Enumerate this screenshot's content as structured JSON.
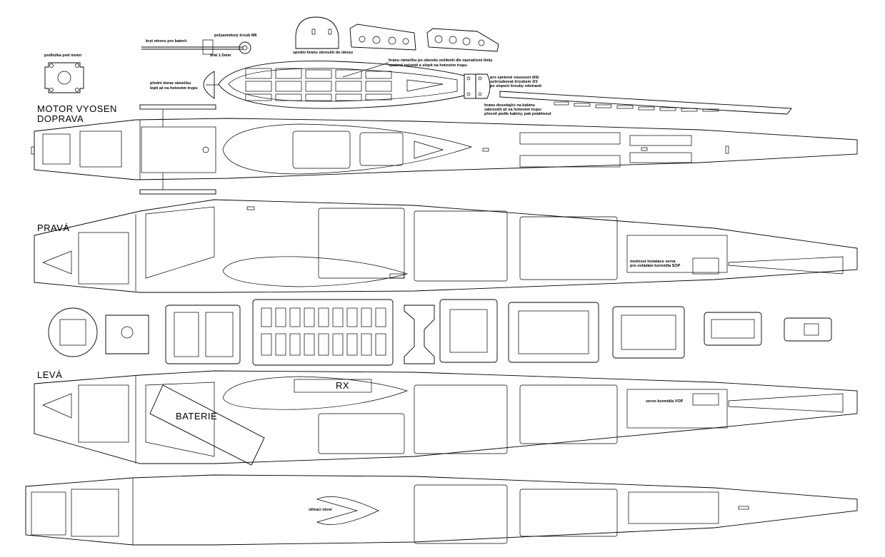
{
  "labels": {
    "motor_offset": [
      "MOTOR VYOSEN",
      "DOPRAVA"
    ],
    "right_side": "PRAVÁ",
    "left_side": "LEVÁ",
    "battery": "BATERIE",
    "receiver": "RX",
    "motor_pad": "podložka pod motor",
    "battery_hole": "kryt otvoru pro baterii",
    "polyamide_screw": "polyamidový šroub M6",
    "wire": "drát 1.5mm",
    "bottom_edge": "spodní hranu sbroušit do úkosu",
    "front_stop": [
      "přední doraz rámečku",
      "lepit až na hotovém trupu"
    ],
    "frame_edge": [
      "hranu rámečku po obvodu zešikmit dle naznačené linky",
      "opatrně nalomit a slepit na hotovém trupu"
    ],
    "alignment": [
      "pro správné souosení dílů",
      "sešroubovat šroubem 3/3",
      "po slepení šrouby odstranit"
    ],
    "cap_edge": [
      "hranu dosedající na kabinu",
      "zabroušit až na hotovém trupu",
      "přesně podle kabiny, pak potáhnout"
    ],
    "rudder_servo": [
      "možnost instalace serva",
      "pro ovládání kormidla SOP"
    ],
    "elevator_servo": "servo kormidla VOP",
    "vent": "větrací otvor"
  }
}
